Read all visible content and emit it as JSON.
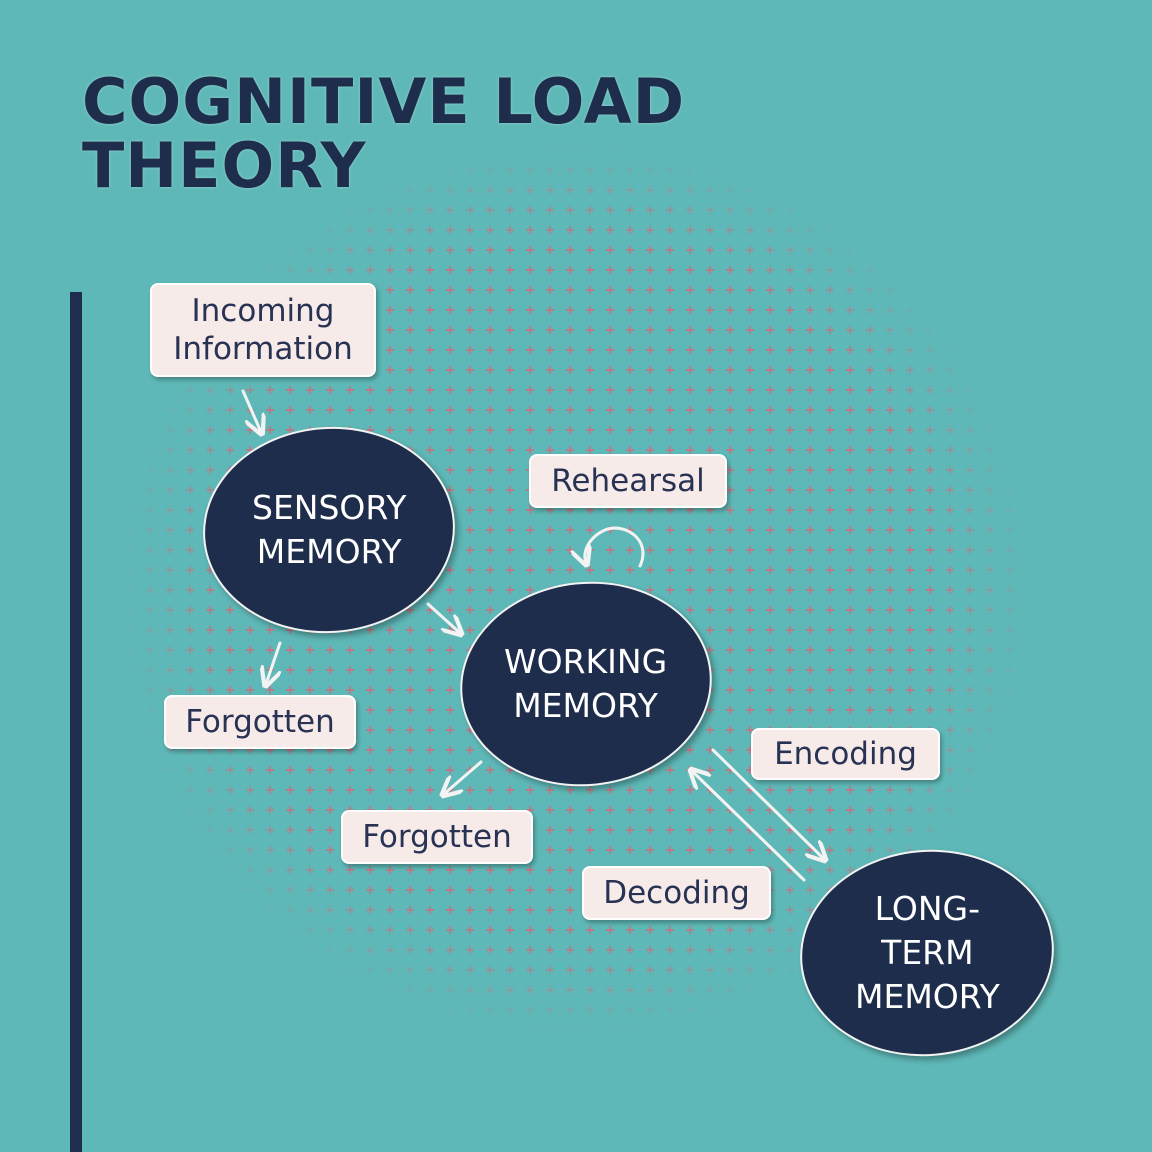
{
  "title": {
    "line1": "COGNITIVE LOAD",
    "line2": "THEORY"
  },
  "nodes": {
    "sensory": "SENSORY\nMEMORY",
    "working": "WORKING\nMEMORY",
    "long_term": "LONG-\nTERM\nMEMORY"
  },
  "labels": {
    "incoming": "Incoming\nInformation",
    "rehearsal": "Rehearsal",
    "forgotten_sensory": "Forgotten",
    "forgotten_working": "Forgotten",
    "encoding": "Encoding",
    "decoding": "Decoding"
  },
  "colors": {
    "background": "#5eb8b7",
    "navy": "#1e2d4c",
    "label_fill": "#f7ebea",
    "plus_pattern": "#c9707d",
    "arrow": "#f3f3f3"
  }
}
